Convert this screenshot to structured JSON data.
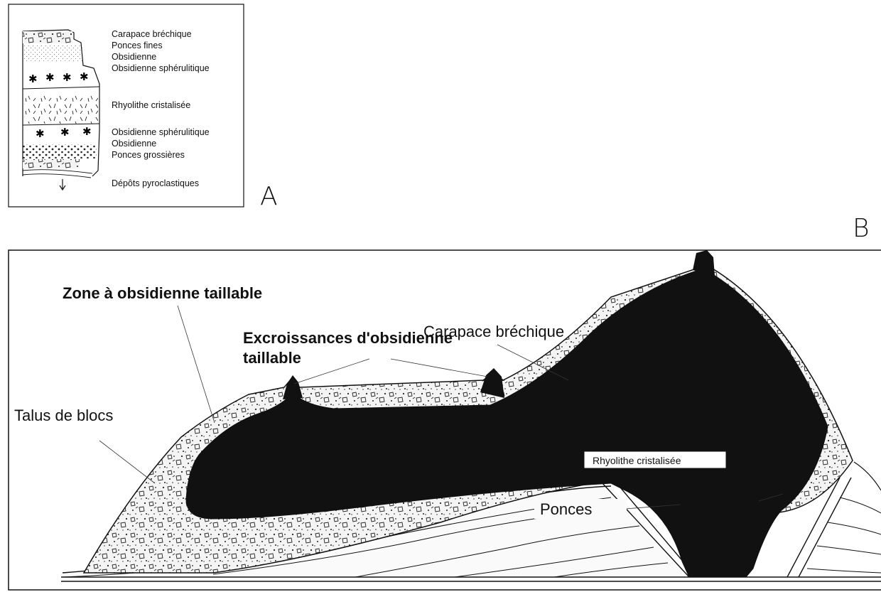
{
  "panel_a": {
    "letter": "A",
    "column_labels": [
      "Carapace bréchique",
      "Ponces fines",
      "Obsidienne",
      "Obsidienne sphérulitique",
      "Rhyolithe cristalisée",
      "Obsidienne sphérulitique",
      "Obsidienne",
      "Ponces grossières",
      "Dépôts pyroclastiques"
    ]
  },
  "panel_b": {
    "letter": "B",
    "labels": {
      "zone": "Zone à obsidienne taillable",
      "carapace": "Carapace bréchique",
      "excroissances_line1": "Excroissances d'obsidienne",
      "excroissances_line2": "taillable",
      "talus": "Talus de blocs",
      "rhyolithe": "Rhyolithe cristalisée",
      "ponces": "Ponces"
    }
  }
}
